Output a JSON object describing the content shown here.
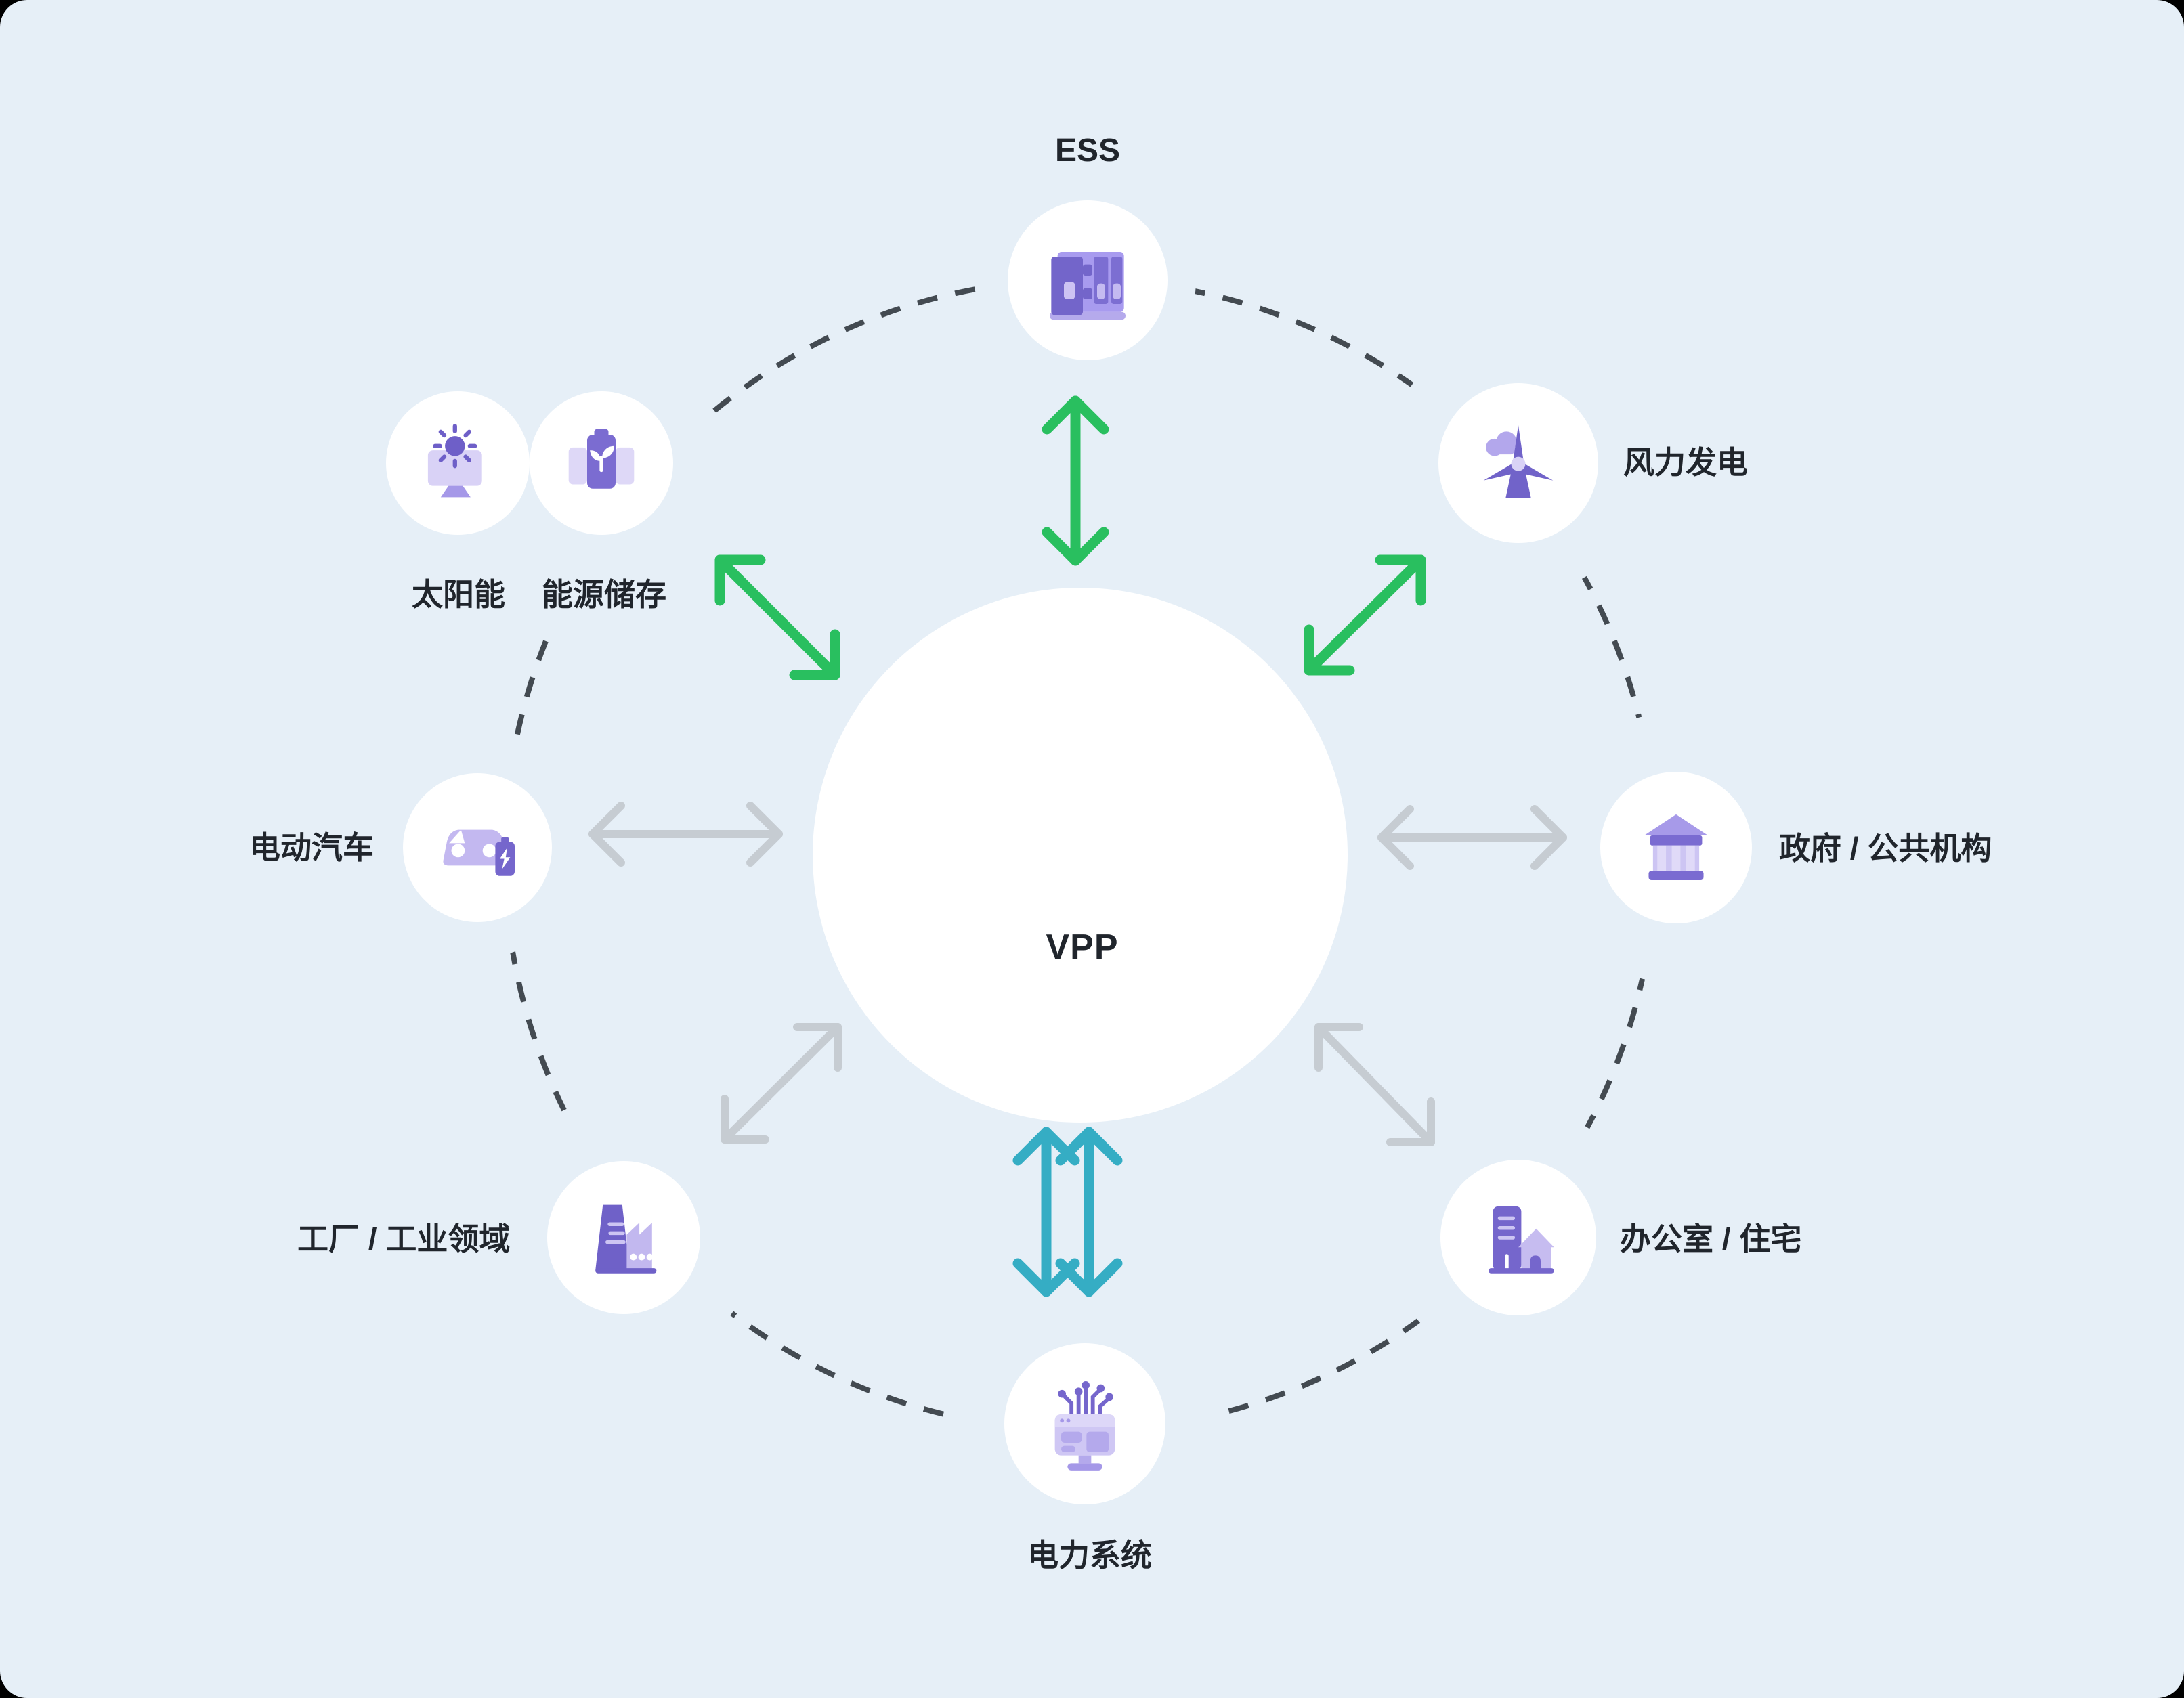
{
  "center": {
    "label": "VPP",
    "icon": "vpp-circle"
  },
  "nodes": {
    "ess": {
      "label": "ESS",
      "icon": "battery-cabinet-icon"
    },
    "solar": {
      "label": "太阳能",
      "icon": "solar-panel-icon"
    },
    "storage": {
      "label": "能源储存",
      "icon": "eco-battery-icon"
    },
    "wind": {
      "label": "风力发电",
      "icon": "wind-turbine-icon"
    },
    "ev": {
      "label": "电动汽车",
      "icon": "electric-car-icon"
    },
    "government": {
      "label": "政府 / 公共机构",
      "icon": "government-building-icon"
    },
    "factory": {
      "label": "工厂 / 工业领域",
      "icon": "factory-icon"
    },
    "office": {
      "label": "办公室 / 住宅",
      "icon": "office-house-icon"
    },
    "power_system": {
      "label": "电力系统",
      "icon": "power-network-monitor-icon"
    }
  },
  "connections": [
    {
      "from": "vpp",
      "to": "ess",
      "style": "green double arrow"
    },
    {
      "from": "vpp",
      "to": "solar+storage",
      "style": "green double arrow"
    },
    {
      "from": "vpp",
      "to": "wind",
      "style": "green double arrow"
    },
    {
      "from": "vpp",
      "to": "ev",
      "style": "gray double arrow"
    },
    {
      "from": "vpp",
      "to": "government",
      "style": "gray double arrow"
    },
    {
      "from": "vpp",
      "to": "factory",
      "style": "gray double arrow"
    },
    {
      "from": "vpp",
      "to": "office",
      "style": "gray double arrow"
    },
    {
      "from": "vpp",
      "to": "power_system",
      "style": "teal double arrow pair"
    }
  ],
  "colors": {
    "background": "#e6eff7",
    "outer_frame": "#000000",
    "node_fill": "#ffffff",
    "text": "#20252c",
    "arrow_green": "#29bf5f",
    "arrow_gray": "#c6ccd2",
    "arrow_teal": "#35adc4",
    "dashed_ring": "#434a51",
    "icon_purple_dark": "#7163c9",
    "icon_purple_mid": "#8a7cd6",
    "icon_purple_light": "#c3b9ee",
    "icon_purple_pale": "#ddd7f8"
  }
}
